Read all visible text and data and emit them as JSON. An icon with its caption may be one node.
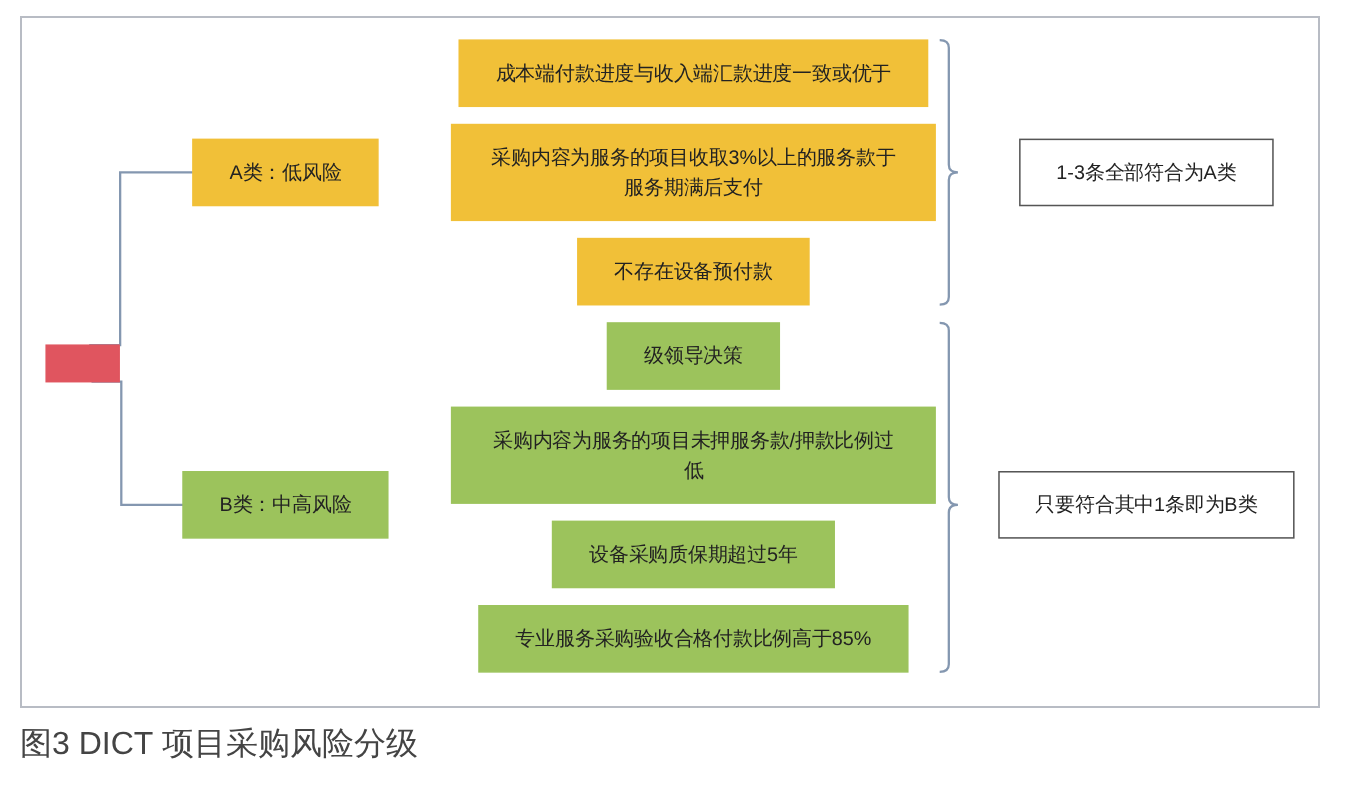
{
  "diagram": {
    "caption": "图3 DICT 项目采购风险分级",
    "nodes": [
      {
        "text": [],
        "shape": "box"
      },
      {
        "text": [
          "A类：低风险"
        ]
      },
      {
        "text": [
          "B类：中高风险"
        ]
      },
      {
        "text": [
          "成本端付款进度与收入端汇款进度一致或优于"
        ]
      },
      {
        "text": [
          "采购内容为服务的项目收取3%以上的服务款于服务期满后支付"
        ]
      },
      {
        "text": [
          "不存在设备预付款"
        ]
      },
      {
        "text": [
          "级领导决策"
        ]
      },
      {
        "text": [
          "采购内容为服务的项目未押服务款/押款比例过低"
        ]
      },
      {
        "text": [
          "设备采购质保期超过5年"
        ]
      },
      {
        "text": [
          "专业服务采购验收合格付款比例高于85%"
        ]
      },
      {
        "text": [
          "1-3条全部符合为A类"
        ]
      },
      {
        "text": [
          "只要符合其中1条即为B类"
        ]
      }
    ],
    "edges": [
      {
        "from": 0,
        "to": 1,
        "arrow": "none"
      },
      {
        "from": 0,
        "to": 2,
        "arrow": "none"
      }
    ]
  }
}
